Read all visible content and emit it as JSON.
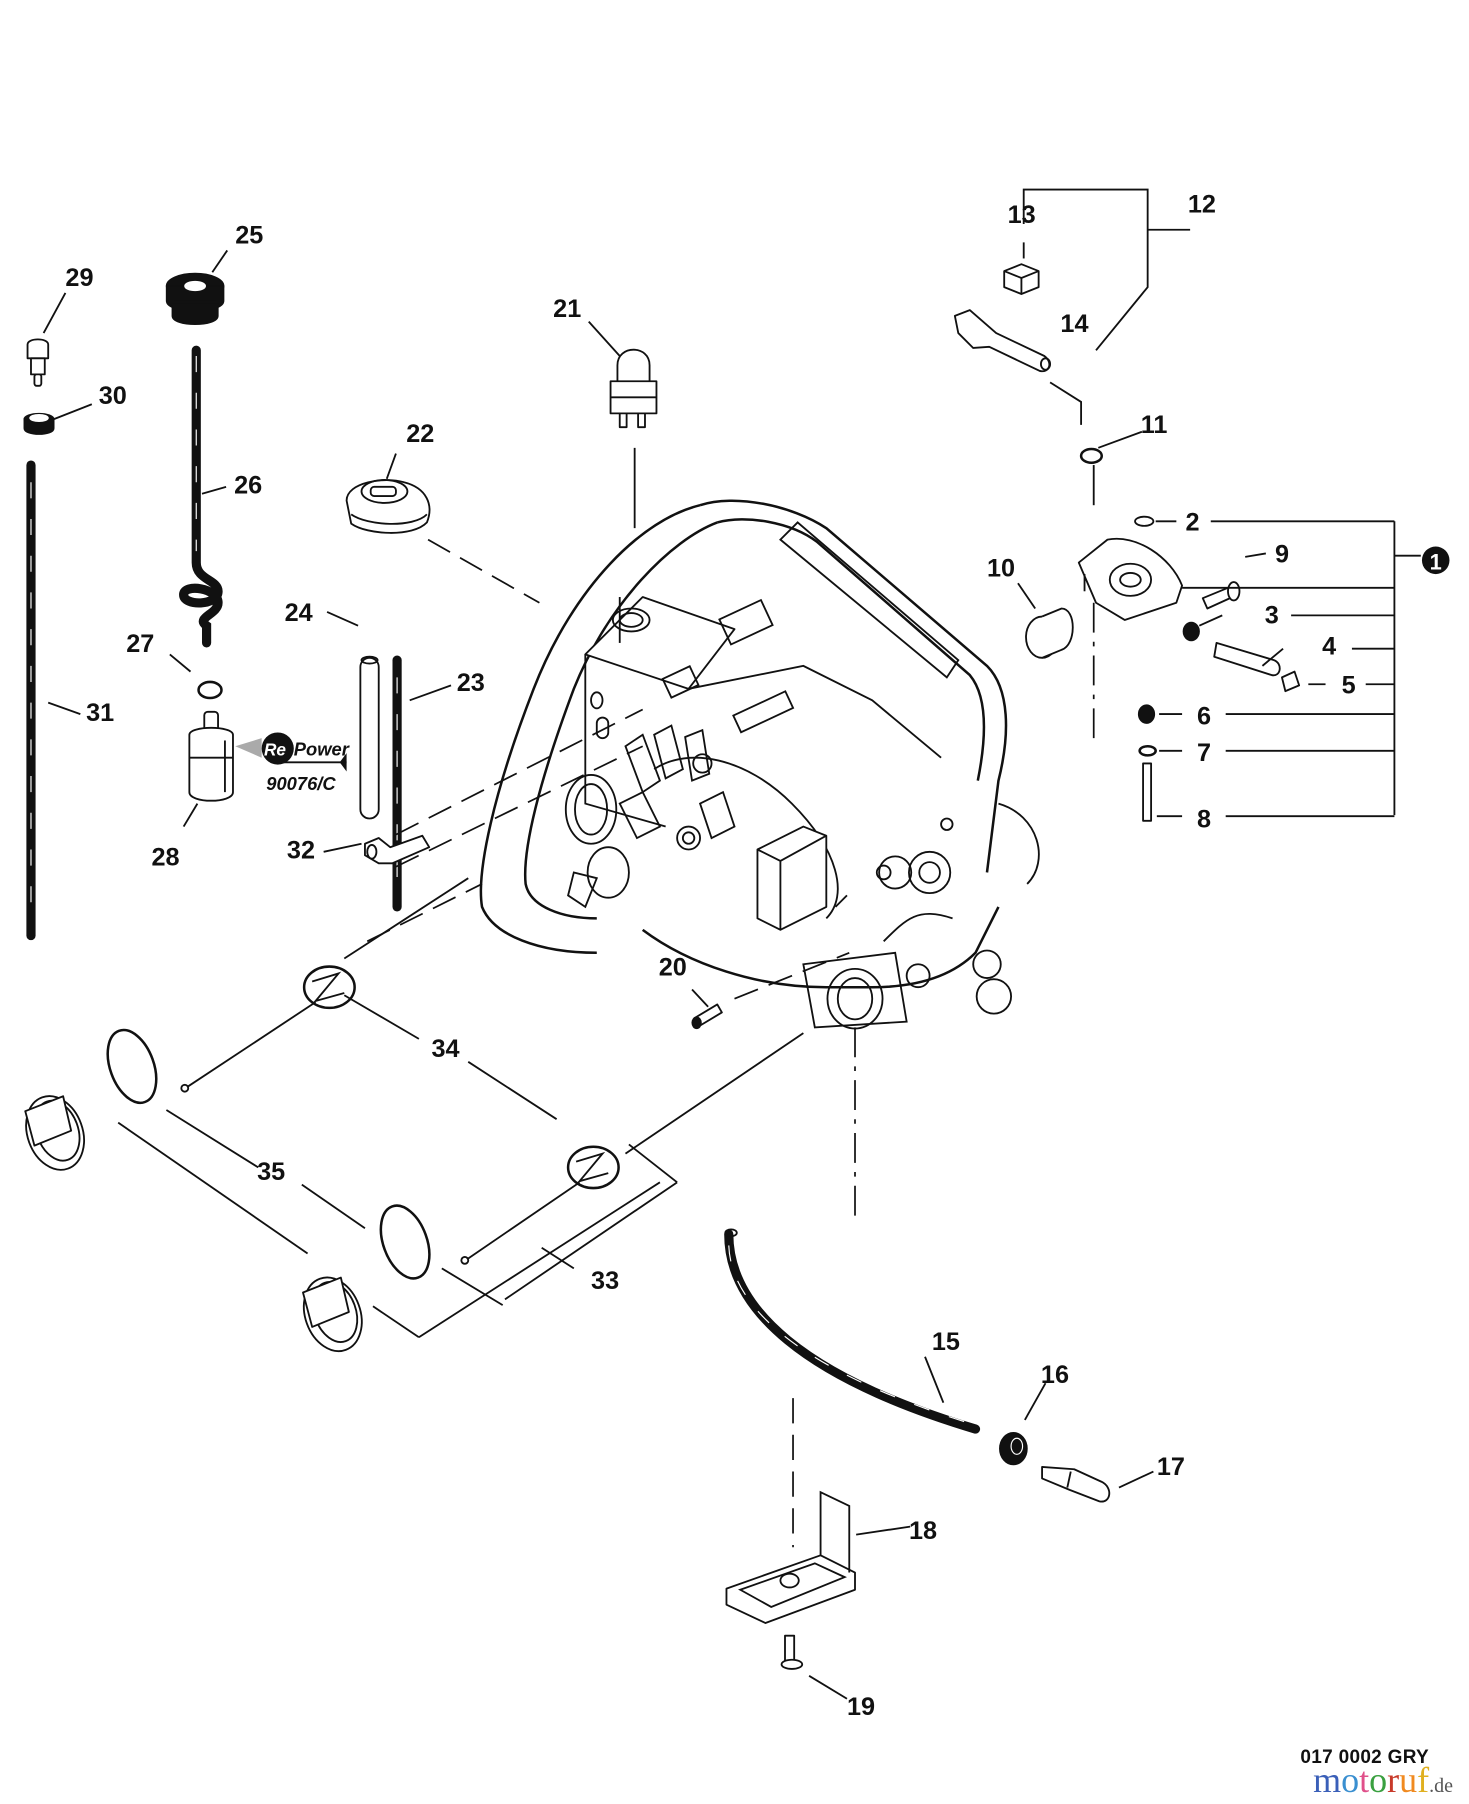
{
  "diagram": {
    "type": "exploded-parts-diagram",
    "callouts": {
      "c1": "1",
      "c2": "2",
      "c3": "3",
      "c4": "4",
      "c5": "5",
      "c6": "6",
      "c7": "7",
      "c8": "8",
      "c9": "9",
      "c10": "10",
      "c11": "11",
      "c12": "12",
      "c13": "13",
      "c14": "14",
      "c15": "15",
      "c16": "16",
      "c17": "17",
      "c18": "18",
      "c19": "19",
      "c20": "20",
      "c21": "21",
      "c22": "22",
      "c23": "23",
      "c24": "24",
      "c25": "25",
      "c26": "26",
      "c27": "27",
      "c28": "28",
      "c29": "29",
      "c30": "30",
      "c31": "31",
      "c32": "32",
      "c33": "33",
      "c34": "34",
      "c35": "35"
    },
    "assembly_badge": "1",
    "repower_label": {
      "brand_prefix": "Re",
      "brand_suffix": "Power",
      "part_number": "90076/C"
    }
  },
  "footer": {
    "drawing_code": "017 0002 GRY",
    "brand": {
      "letters": [
        "m",
        "o",
        "t",
        "o",
        "r",
        "u",
        "f"
      ],
      "colors": [
        "#3a5fb8",
        "#3a8fd0",
        "#e0508a",
        "#3aa040",
        "#c83a2a",
        "#f08a20",
        "#e0b020"
      ],
      "tld": ".de"
    }
  }
}
